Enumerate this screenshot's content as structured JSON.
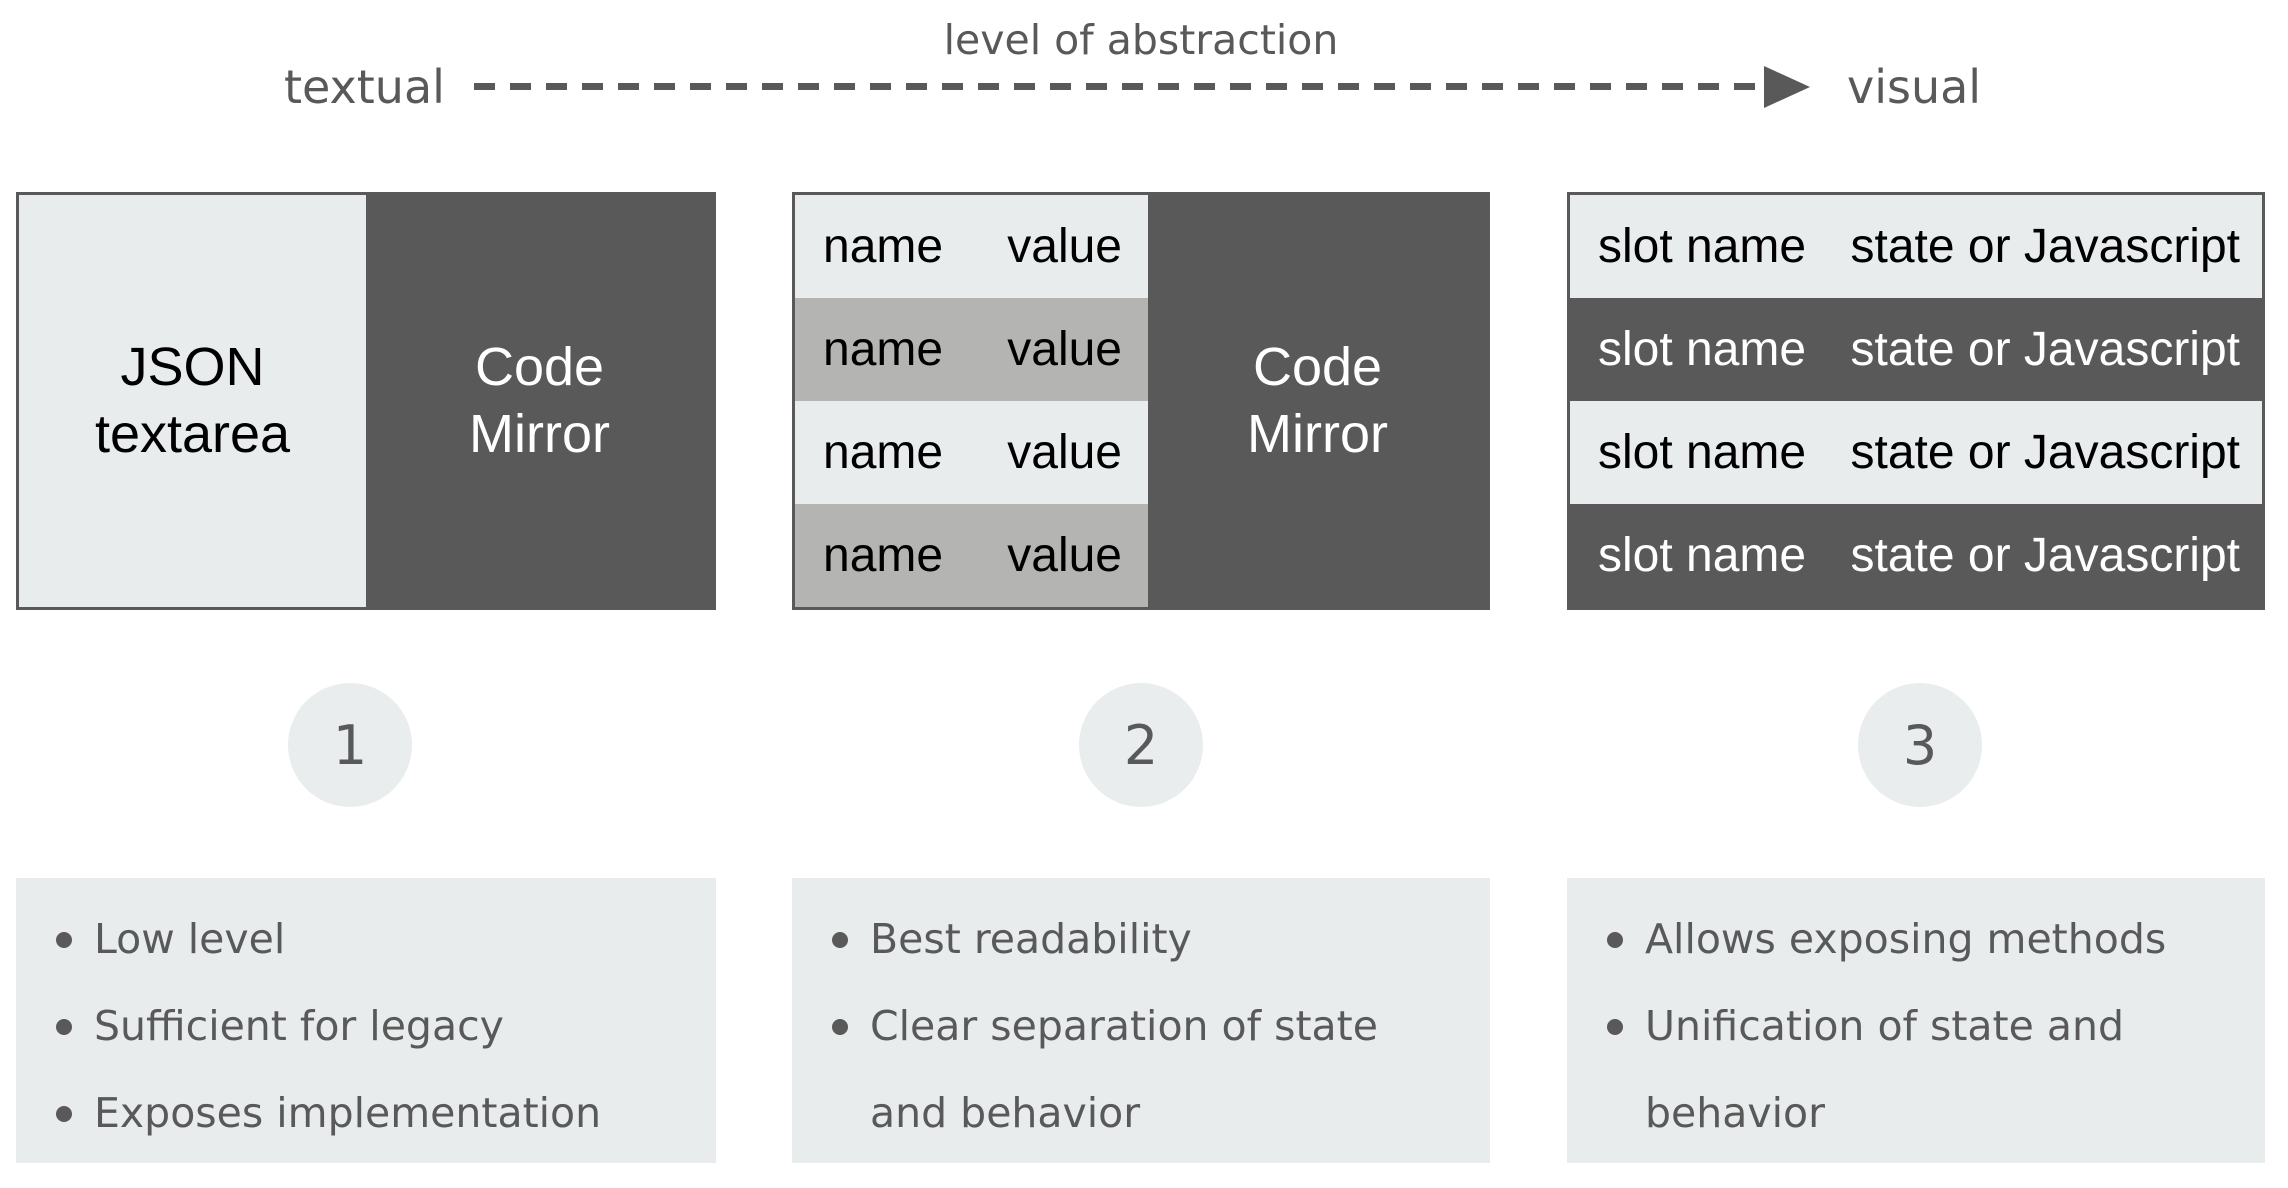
{
  "header": {
    "left_label": "textual",
    "axis_label": "level of abstraction",
    "right_label": "visual"
  },
  "levels": [
    {
      "number": "1",
      "box": {
        "left_panel_label": "JSON textarea",
        "right_panel_label": "Code Mirror"
      },
      "notes": [
        "Low level",
        "Sufficient for legacy",
        "Exposes implementation"
      ]
    },
    {
      "number": "2",
      "box": {
        "rows": [
          {
            "name": "name",
            "value": "value"
          },
          {
            "name": "name",
            "value": "value"
          },
          {
            "name": "name",
            "value": "value"
          },
          {
            "name": "name",
            "value": "value"
          }
        ],
        "right_panel_label": "Code Mirror"
      },
      "notes": [
        "Best readability",
        "Clear separation of state and behavior"
      ]
    },
    {
      "number": "3",
      "box": {
        "rows": [
          {
            "name": "slot name",
            "value": "state or Javascript"
          },
          {
            "name": "slot name",
            "value": "state or Javascript"
          },
          {
            "name": "slot name",
            "value": "state or Javascript"
          },
          {
            "name": "slot name",
            "value": "state or Javascript"
          }
        ]
      },
      "notes": [
        "Allows exposing methods",
        "Unification of state and behavior"
      ]
    }
  ],
  "colors": {
    "dark": "#595959",
    "light": "#e8eced",
    "mid_gray": "#b4b4b3",
    "text_gray": "#595959",
    "white": "#ffffff",
    "black": "#000000"
  }
}
